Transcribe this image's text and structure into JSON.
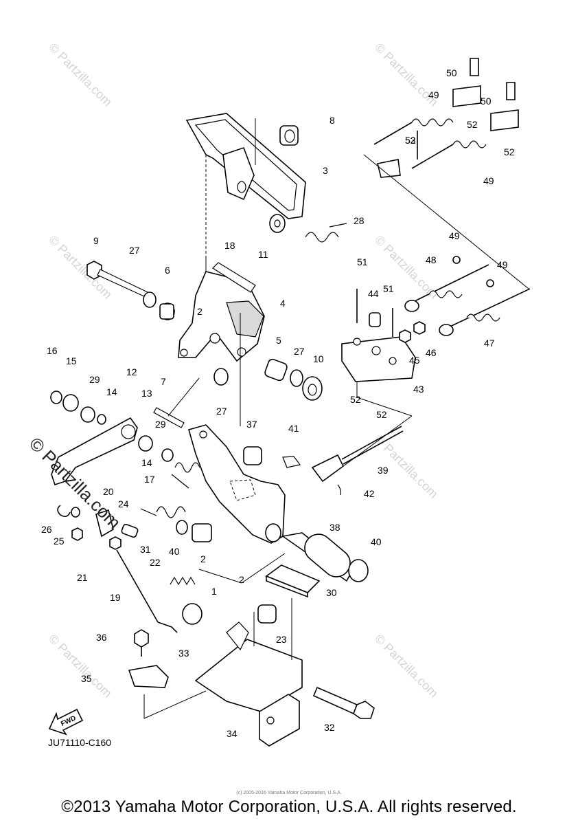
{
  "diagram": {
    "code": "JU71110-C160",
    "copyright": "©2013 Yamaha Motor Corporation, U.S.A. All rights reserved.",
    "microprint": "(c) 2005-2016 Yamaha Motor Corporation, U.S.A.",
    "watermark": "© Partzilla.com",
    "fwd_label": "FWD",
    "callouts": [
      "1",
      "2",
      "2",
      "2",
      "3",
      "4",
      "5",
      "6",
      "7",
      "8",
      "9",
      "10",
      "11",
      "12",
      "13",
      "14",
      "14",
      "15",
      "16",
      "17",
      "18",
      "19",
      "20",
      "21",
      "22",
      "23",
      "24",
      "25",
      "26",
      "27",
      "27",
      "27",
      "28",
      "29",
      "29",
      "30",
      "31",
      "32",
      "33",
      "34",
      "35",
      "36",
      "37",
      "38",
      "39",
      "40",
      "40",
      "41",
      "42",
      "43",
      "44",
      "45",
      "46",
      "47",
      "48",
      "49",
      "49",
      "49",
      "49",
      "50",
      "50",
      "51",
      "51",
      "52",
      "52",
      "52",
      "52",
      "52",
      "53"
    ]
  }
}
